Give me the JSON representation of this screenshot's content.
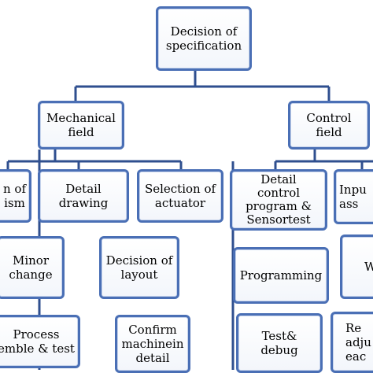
{
  "diagram": {
    "line_color": "#2f4f8f",
    "box_border_color": "#4a6fb5",
    "nodes": {
      "root": "Decision of\nspecification",
      "mechanical": "Mechanical\nfield",
      "control": "Control\nfield",
      "mech_left": "n of\nism",
      "detail_drawing": "Detail\ndrawing",
      "selection_actuator": "Selection of\nactuator",
      "minor_change": "Minor\nchange",
      "decision_layout": "Decision of\nlayout",
      "process_assemble": "Process\nemble & test",
      "confirm_machine": "Confirm\nmachinein\ndetail",
      "detail_control": "Detail\ncontrol\nprogram &\nSensortest",
      "input_partial": "Inpu\nass",
      "programming": "Programming",
      "right_w": "W",
      "test_debug": "Test&\ndebug",
      "right_bottom": "Re\nadju\neac"
    }
  }
}
